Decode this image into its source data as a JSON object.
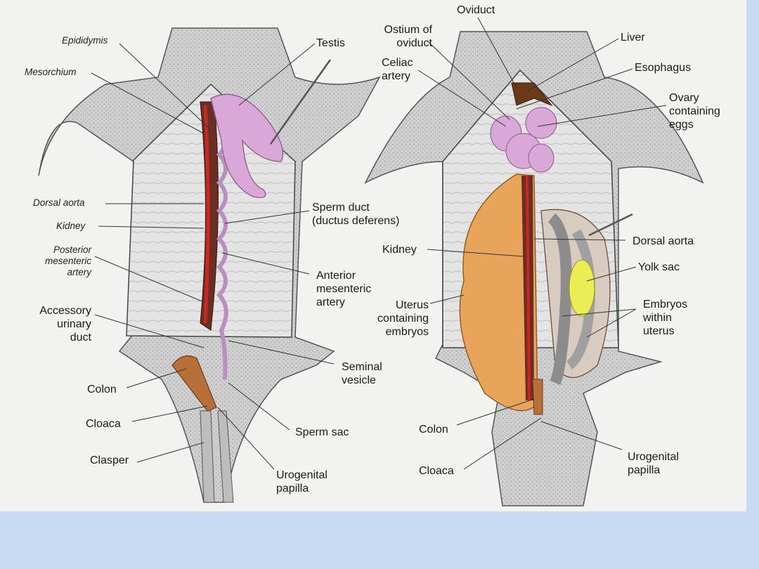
{
  "colors": {
    "slide_background": "#c9dbf2",
    "paper": "#f2f2f0",
    "skin": "#c9c9c9",
    "kidney": "#6b2e24",
    "aorta": "#c8281e",
    "testis": "#d9a8d8",
    "uterus": "#e8a45a",
    "yolk": "#ecec55",
    "colon": "#b8703a"
  },
  "male": {
    "epididymis": "Epididymis",
    "testis": "Testis",
    "mesorchium": "Mesorchium",
    "dorsal_aorta": "Dorsal aorta",
    "kidney": "Kidney",
    "sperm_duct": "Sperm duct\n(ductus deferens)",
    "posterior_mesenteric": "Posterior\nmesenteric\nartery",
    "anterior_mesenteric": "Anterior\nmesenteric\nartery",
    "accessory_urinary": "Accessory\nurinary\nduct",
    "seminal_vesicle": "Seminal\nvesicle",
    "colon": "Colon",
    "cloaca": "Cloaca",
    "sperm_sac": "Sperm sac",
    "clasper": "Clasper",
    "urogenital_papilla": "Urogenital\npapilla"
  },
  "female": {
    "oviduct": "Oviduct",
    "ostium": "Ostium of\noviduct",
    "liver": "Liver",
    "celiac": "Celiac\nartery",
    "esophagus": "Esophagus",
    "ovary": "Ovary\ncontaining\neggs",
    "dorsal_aorta": "Dorsal aorta",
    "kidney": "Kidney",
    "yolk_sac": "Yolk sac",
    "uterus": "Uterus\ncontaining\nembryos",
    "embryos": "Embryos\nwithin\nuterus",
    "colon": "Colon",
    "urogenital_papilla": "Urogenital\npapilla",
    "cloaca": "Cloaca"
  }
}
